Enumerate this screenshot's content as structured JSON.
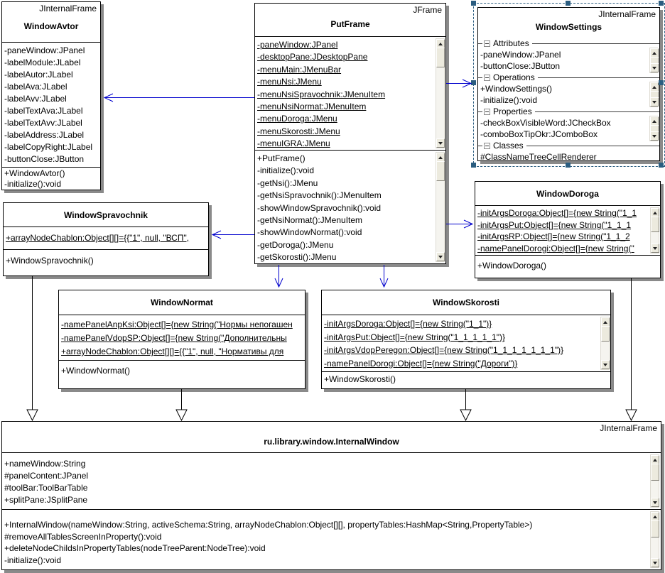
{
  "colors": {
    "association_arrow": "#0000cd",
    "generalization_arrow": "#000000",
    "selection": "#2b5d80",
    "box_shadow": "#8a8a8a"
  },
  "window_avtor": {
    "stereotype": "JInternalFrame",
    "title": "WindowAvtor",
    "attributes": [
      "-paneWindow:JPanel",
      "-labelModule:JLabel",
      "-labelAutor:JLabel",
      "-labelAva:JLabel",
      "-labelAvv:JLabel",
      "-labelTextAva:JLabel",
      "-labelTextAvv:JLabel",
      "-labelAddress:JLabel",
      "-labelCopyRight:JLabel",
      "-buttonClose:JButton"
    ],
    "operations": [
      "+WindowAvtor()",
      "-initialize():void"
    ]
  },
  "put_frame": {
    "stereotype": "JFrame",
    "title": "PutFrame",
    "attributes": [
      "-paneWindow:JPanel",
      "-desktopPane:JDesktopPane",
      "-menuMain:JMenuBar",
      "-menuNsi:JMenu",
      "-menuNsiSpravochnik:JMenuItem",
      "-menuNsiNormat:JMenuItem",
      "-menuDoroga:JMenu",
      "-menuSkorosti:JMenu",
      "-menuIGRA:JMenu"
    ],
    "operations": [
      "+PutFrame()",
      "-initialize():void",
      "-getNsi():JMenu",
      "-getNsiSpravochnik():JMenuItem",
      "-showWindowSpravochnik():void",
      "-getNsiNormat():JMenuItem",
      "-showWindowNormat():void",
      "-getDoroga():JMenu",
      "-getSkorosti():JMenu"
    ]
  },
  "window_settings": {
    "stereotype": "JInternalFrame",
    "title": "WindowSettings",
    "sections": [
      {
        "label": "Attributes",
        "members": [
          "-paneWindow:JPanel",
          "-buttonClose:JButton"
        ]
      },
      {
        "label": "Operations",
        "members": [
          "+WindowSettings()",
          "-initialize():void"
        ]
      },
      {
        "label": "Properties",
        "members": [
          "-checkBoxVisibleWord:JCheckBox",
          "-comboBoxTipOkr:JComboBox"
        ]
      },
      {
        "label": "Classes",
        "members": [
          "#ClassNameTreeCellRenderer"
        ]
      }
    ]
  },
  "window_spravochnik": {
    "title": "WindowSpravochnik",
    "attributes": [
      "+arrayNodeChablon:Object[][]={{\"1\", null, \"ВСП\","
    ],
    "operations": [
      "+WindowSpravochnik()"
    ]
  },
  "window_doroga": {
    "title": "WindowDoroga",
    "attributes": [
      "-initArgsDoroga:Object[]={new String(\"1_1",
      "-initArgsPut:Object[]={new String(\"1_1_1",
      "-initArgsRP:Object[]={new String(\"1_1_2",
      "-namePanelDorogi:Object[]={new String(\""
    ],
    "operations": [
      "+WindowDoroga()"
    ]
  },
  "window_normat": {
    "title": "WindowNormat",
    "attributes": [
      "-namePanelAnpKsi:Object[]={new String(\"Нормы непогашен",
      "-namePanelVdopSP:Object[]={new String(\"Дополнительны",
      "+arrayNodeChablon:Object[][]={{\"1\", null, \"Нормативы для"
    ],
    "operations": [
      "+WindowNormat()"
    ]
  },
  "window_skorosti": {
    "title": "WindowSkorosti",
    "attributes": [
      "-initArgsDoroga:Object[]={new String(\"1_1\")}",
      "-initArgsPut:Object[]={new String(\"1_1_1_1_1\")}",
      "-initArgsVdopPeregon:Object[]={new String(\"1_1_1_1_1_1_1\")}",
      "-namePanelDorogi:Object[]={new String(\"Дороги\")}"
    ],
    "operations": [
      "+WindowSkorosti()"
    ]
  },
  "internal_window": {
    "stereotype": "JInternalFrame",
    "title": "ru.library.window.InternalWindow",
    "attributes": [
      "+nameWindow:String",
      "#panelContent:JPanel",
      "#toolBar:ToolBarTable",
      "+splitPane:JSplitPane"
    ],
    "operations": [
      "+InternalWindow(nameWindow:String, activeSchema:String, arrayNodeChablon:Object[][], propertyTables:HashMap<String,PropertyTable>)",
      "#removeAllTablesScreenInProperty():void",
      "+deleteNodeChildsInPropertyTables(nodeTreeParent:NodeTree):void",
      "-initialize():void"
    ]
  }
}
